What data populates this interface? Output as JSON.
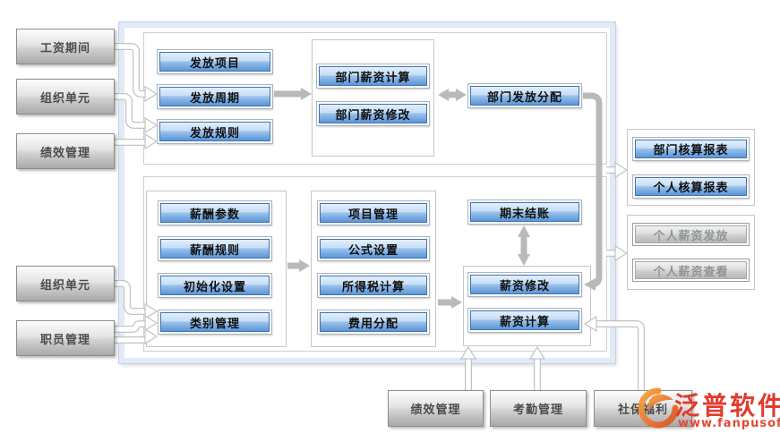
{
  "left_inputs": [
    {
      "label": "工资期间"
    },
    {
      "label": "组织单元"
    },
    {
      "label": "绩效管理"
    },
    {
      "label": "组织单元"
    },
    {
      "label": "职员管理"
    }
  ],
  "dept_section": {
    "issue_items": [
      "发放项目",
      "发放周期",
      "发放规则"
    ],
    "calc_group": [
      "部门薪资计算",
      "部门薪资修改"
    ],
    "dispatch": "部门发放分配"
  },
  "personal_section": {
    "setup_group": [
      "薪酬参数",
      "薪酬规则",
      "初始化设置",
      "类别管理"
    ],
    "manage_group": [
      "项目管理",
      "公式设置",
      "所得税计算",
      "费用分配"
    ],
    "closing": "期末结账",
    "salary_group": [
      "薪资修改",
      "薪资计算"
    ]
  },
  "reports": {
    "blue": [
      "部门核算报表",
      "个人核算报表"
    ],
    "muted": [
      "个人薪资发放",
      "个人薪资查看"
    ]
  },
  "bottom_inputs": [
    {
      "label": "绩效管理"
    },
    {
      "label": "考勤管理"
    },
    {
      "label": "社保福利"
    }
  ],
  "logo": {
    "name": "泛普软件",
    "website": "www.fanpusoft.com"
  },
  "colors": {
    "node_blue_top": "#e4f0fc",
    "node_blue_bottom": "#5b95d6",
    "node_blue_border": "#3f74b2",
    "node_gray_border": "#8d8d8d",
    "frame_blue": "#e1eaf7",
    "connector_gray": "#b9b9b9",
    "logo_red": "#e23a2c"
  }
}
